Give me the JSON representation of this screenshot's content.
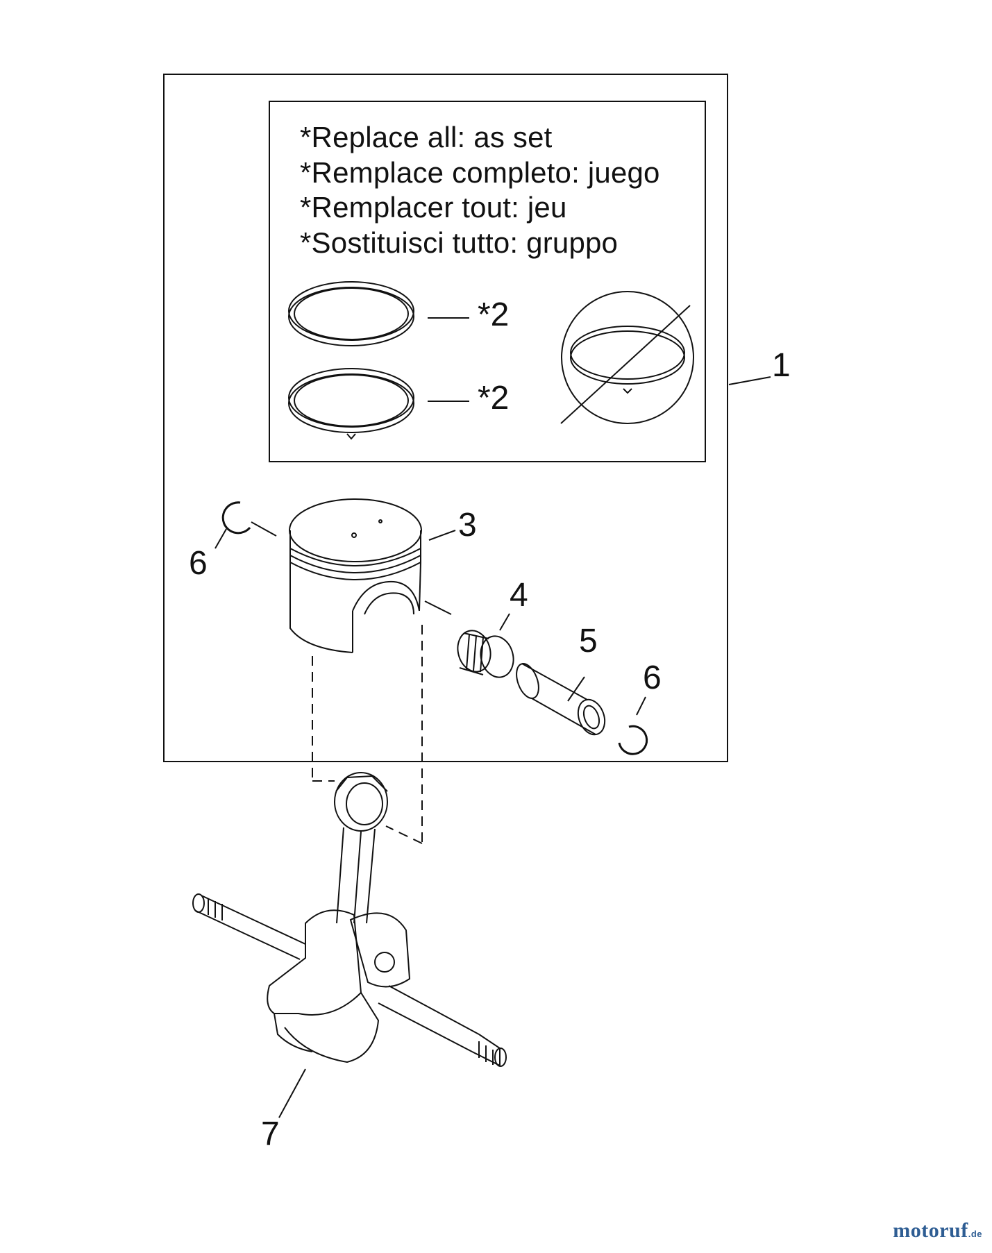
{
  "notes": {
    "line1": "*Replace all: as set",
    "line2": "*Remplace completo: juego",
    "line3": "*Remplacer tout: jeu",
    "line4": "*Sostituisci tutto: gruppo"
  },
  "callouts": {
    "kit": "1",
    "ring_top": "*2",
    "ring_bottom": "*2",
    "piston": "3",
    "needle_bearing": "4",
    "piston_pin": "5",
    "circlip_left": "6",
    "circlip_right": "6",
    "crankshaft": "7"
  },
  "watermark": {
    "brand": "motoruf",
    "domain": ".de"
  }
}
